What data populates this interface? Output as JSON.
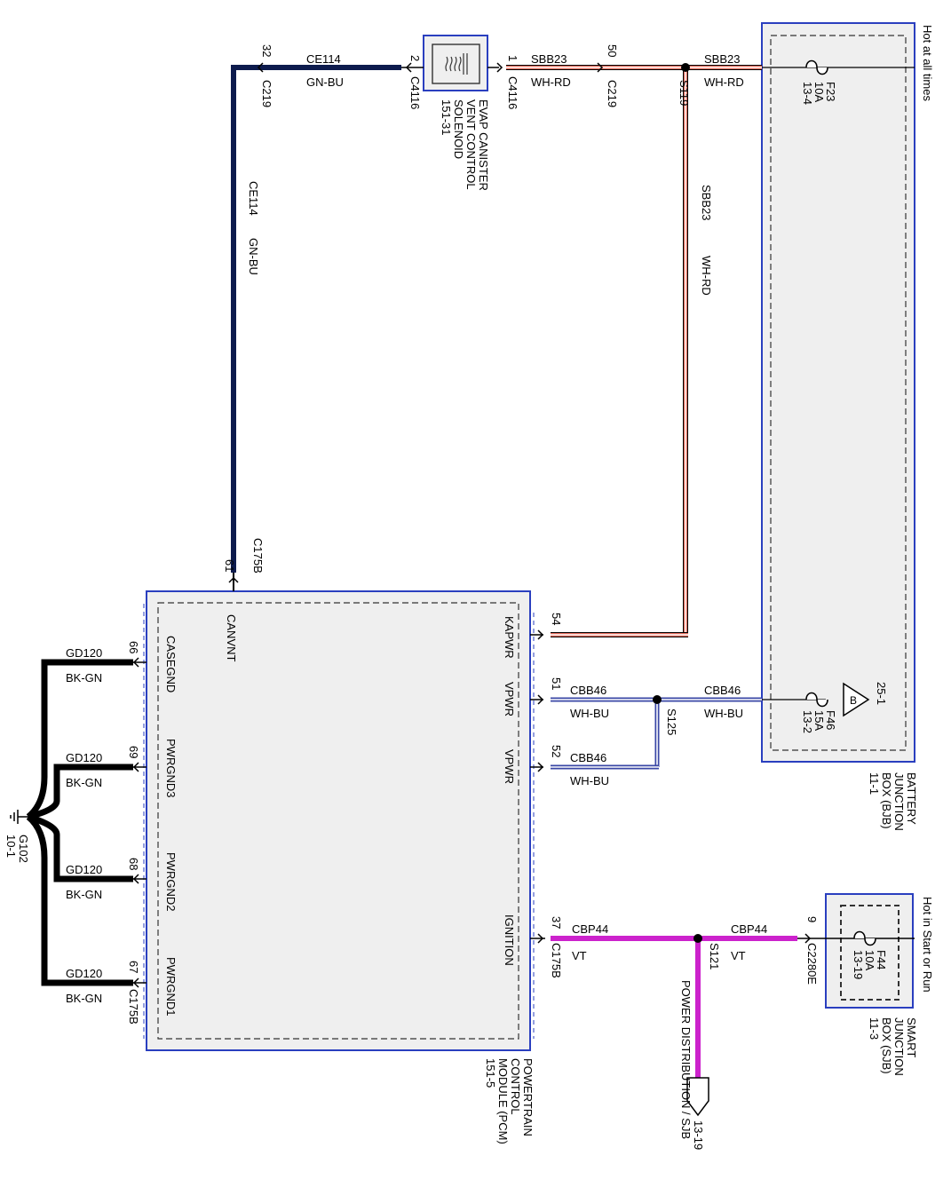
{
  "colors": {
    "can_wire": "#0d1b4d",
    "power_wire_a": "#ffffff",
    "power_wire_b": "#e26a5a",
    "vpwr_wire_a": "#3a47a6",
    "vpwr_wire_b": "#ffffff",
    "ignition_wire": "#cc22cc",
    "ground_wire": "#000000",
    "module_border": "#2a3fbf",
    "module_fill": "#efefef",
    "dash": "#333333"
  },
  "header": {
    "hot_at_all_times": "Hot at all times",
    "hot_in_start_or_run": "Hot in Start or Run"
  },
  "components": {
    "evap": {
      "title": "EVAP CANISTER VENT CONTROL SOLENOID",
      "ref": "151-31",
      "line1": "EVAP CANISTER",
      "line2": "VENT CONTROL",
      "line3": "SOLENOID"
    },
    "bjb": {
      "line1": "BATTERY",
      "line2": "JUNCTION",
      "line3": "BOX (BJB)",
      "ref": "11-1"
    },
    "sjb": {
      "line1": "SMART",
      "line2": "JUNCTION",
      "line3": "BOX (SJB)",
      "ref": "11-3"
    },
    "pcm": {
      "line1": "POWERTRAIN",
      "line2": "CONTROL",
      "line3": "MODULE (PCM)",
      "ref": "151-5"
    },
    "ground": {
      "name": "G102",
      "ref": "10-1"
    },
    "power_dist": {
      "label": "POWER DISTRIBUTION / SJB",
      "ref": "13-19"
    }
  },
  "fuses": {
    "f23": {
      "name": "F23",
      "rating": "10A",
      "ref": "13-4"
    },
    "f46": {
      "name": "F46",
      "rating": "15A",
      "ref": "13-2"
    },
    "f44": {
      "name": "F44",
      "rating": "10A",
      "ref": "13-19"
    },
    "b_ref": "25-1",
    "b_label": "B"
  },
  "wires": {
    "ce114": {
      "circuit": "CE114",
      "color": "GN-BU"
    },
    "sbb23": {
      "circuit": "SBB23",
      "color": "WH-RD"
    },
    "cbb46": {
      "circuit": "CBB46",
      "color": "WH-BU"
    },
    "cbp44": {
      "circuit": "CBP44",
      "color": "VT"
    },
    "gd120": {
      "circuit": "GD120",
      "color": "BK-GN"
    }
  },
  "connectors": {
    "c219": "C219",
    "c4116": "C4116",
    "c175b": "C175B",
    "c2280e": "C2280E"
  },
  "splices": {
    "s119": "S119",
    "s125": "S125",
    "s121": "S121"
  },
  "pins": {
    "c219_ce114": "32",
    "c4116_ce114": "2",
    "c4116_sbb23": "1",
    "c219_sbb23": "50",
    "c175b_canvnt": "61",
    "c175b_kapwr": "54",
    "c175b_vpwr1": "51",
    "c175b_vpwr2": "52",
    "c175b_ign": "37",
    "c2280e": "9",
    "c175b_casegnd": "66",
    "c175b_pwrgnd3": "69",
    "c175b_pwrgnd2": "68",
    "c175b_pwrgnd1": "67"
  },
  "pcm_pins": {
    "canvnt": "CANVNT",
    "kapwr": "KAPWR",
    "vpwr": "VPWR",
    "ignition": "IGNITION",
    "casegnd": "CASEGND",
    "pwrgnd3": "PWRGND3",
    "pwrgnd2": "PWRGND2",
    "pwrgnd1": "PWRGND1"
  }
}
